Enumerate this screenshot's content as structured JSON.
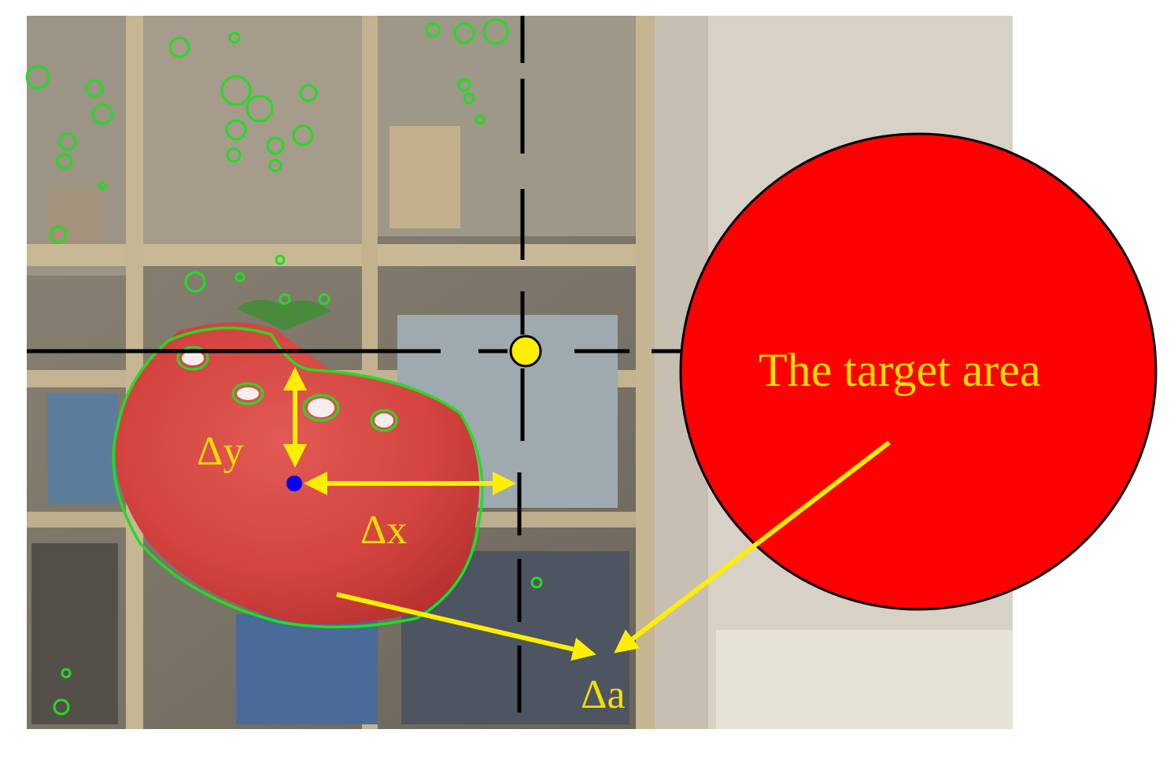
{
  "labels": {
    "target_area": "The target area",
    "delta_y": "Δy",
    "delta_x": "Δx",
    "delta_a": "Δa"
  },
  "colors": {
    "label_yellow": "#f5dd00",
    "arrow_yellow": "#ffee00",
    "target_red": "#ff0000",
    "contour_green": "#22dd22",
    "center_dot_blue": "#0000ee",
    "crosshair_black": "#000000",
    "camera_center_yellow": "#ffee00"
  }
}
